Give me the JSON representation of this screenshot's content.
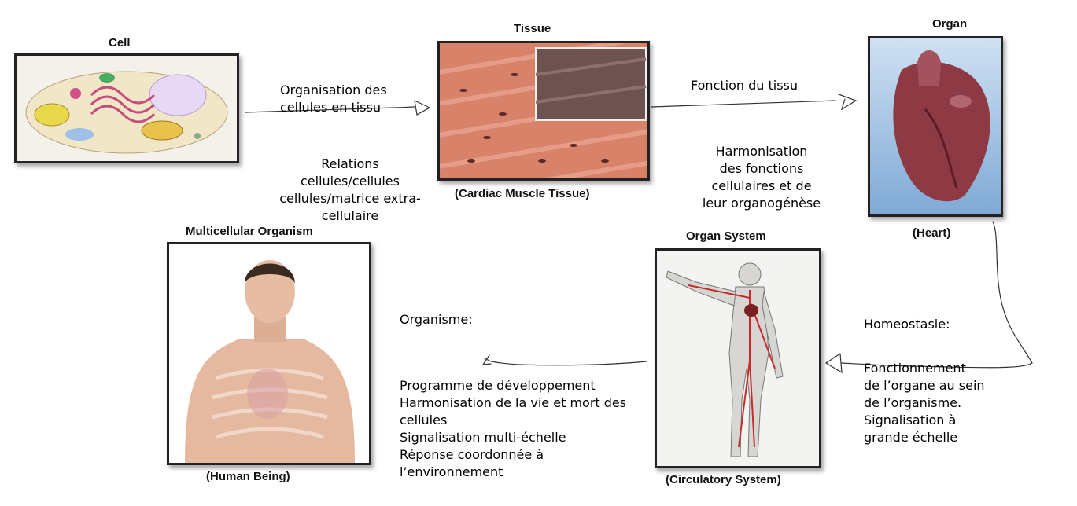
{
  "levels": {
    "cell": {
      "title": "Cell",
      "icon": "cell-diagram"
    },
    "tissue": {
      "title": "Tissue",
      "caption": "(Cardiac Muscle Tissue)",
      "icon": "muscle-tissue-micrograph"
    },
    "organ": {
      "title": "Organ",
      "caption": "(Heart)",
      "icon": "heart-photo"
    },
    "organ_system": {
      "title": "Organ System",
      "caption": "(Circulatory System)",
      "icon": "circulatory-system-figure"
    },
    "organism": {
      "title": "Multicellular Organism",
      "caption": "(Human Being)",
      "icon": "human-torso-photo"
    }
  },
  "notes": {
    "cell_to_tissue": [
      "Organisation des",
      "cellules en tissu"
    ],
    "relations": [
      "Relations",
      "cellules/cellules",
      "cellules/matrice extra-",
      "cellulaire"
    ],
    "tissue_to_organ": "Fonction du tissu",
    "harmonisation": [
      "Harmonisation",
      "des fonctions",
      "cellulaires et de",
      "leur organogénèse"
    ],
    "homeostasie_title": "Homeostasie:",
    "homeostasie": [
      "Fonctionnement",
      "de l’organe au sein",
      "de l’organisme.",
      "Signalisation à",
      "grande échelle"
    ],
    "organisme_title": "Organisme:",
    "organisme": [
      "Programme de développement",
      "Harmonisation de la vie et mort des",
      "cellules",
      "Signalisation multi-échelle",
      "Réponse coordonnée à",
      "l’environnement"
    ]
  }
}
